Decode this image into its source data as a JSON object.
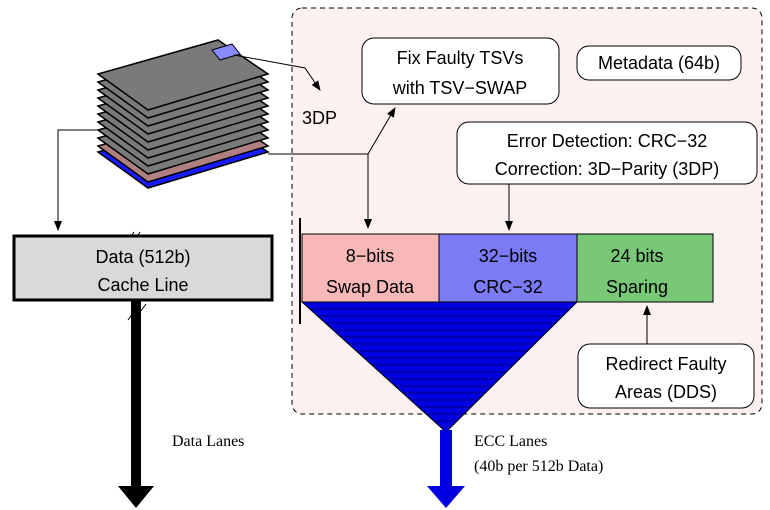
{
  "labels": {
    "fix_tsv_line1": "Fix Faulty TSVs",
    "fix_tsv_line2": "with TSV−SWAP",
    "metadata": "Metadata  (64b)",
    "three_dp": "3DP",
    "error_line1": "Error Detection: CRC−32",
    "error_line2": "Correction: 3D−Parity (3DP)",
    "data_line1": "Data (512b)",
    "data_line2": "Cache Line",
    "swap_bits": "8−bits",
    "swap_name": "Swap Data",
    "crc_bits": "32−bits",
    "crc_name": "CRC−32",
    "sparing_bits": "24 bits",
    "sparing_name": "Sparing",
    "redirect_line1": "Redirect Faulty",
    "redirect_line2": "Areas (DDS)",
    "data_lanes": "Data Lanes",
    "ecc_lanes_line1": "ECC Lanes",
    "ecc_lanes_line2": "(40b per 512b Data)"
  },
  "colors": {
    "metadata_region_bg": "#fdf0f0",
    "swap_fill": "#f8b8b8",
    "crc_fill": "#7b7bf5",
    "sparing_fill": "#78c878",
    "data_box_fill": "#d9d9d9",
    "die_fill": "#7a7a7a",
    "funnel_fill": "#0000e0",
    "pad_fill": "#8a8aff",
    "bottom_die_fill": "#1a1aff"
  }
}
